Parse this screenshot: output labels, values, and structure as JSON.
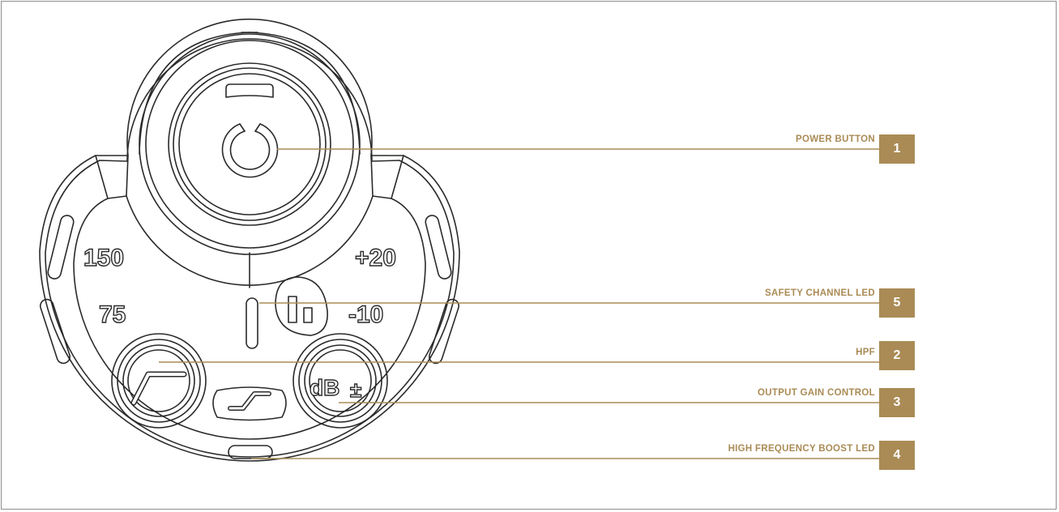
{
  "colors": {
    "accent": "#AA8B55",
    "line": "#2a2a2a",
    "border": "#8e8e8e"
  },
  "panel": {
    "scale_left": [
      "150",
      "75"
    ],
    "scale_right": [
      "+20",
      "-10"
    ],
    "gain_symbol": "dB",
    "gain_plusminus": "±",
    "icons": [
      "power-icon",
      "highpass-filter-icon",
      "shelf-boost-icon",
      "stereo-split-icon"
    ]
  },
  "callouts": [
    {
      "number": "1",
      "label": "POWER BUTTON"
    },
    {
      "number": "5",
      "label": "SAFETY CHANNEL LED"
    },
    {
      "number": "2",
      "label": "HPF"
    },
    {
      "number": "3",
      "label": "OUTPUT GAIN CONTROL"
    },
    {
      "number": "4",
      "label": "HIGH FREQUENCY BOOST LED"
    }
  ]
}
